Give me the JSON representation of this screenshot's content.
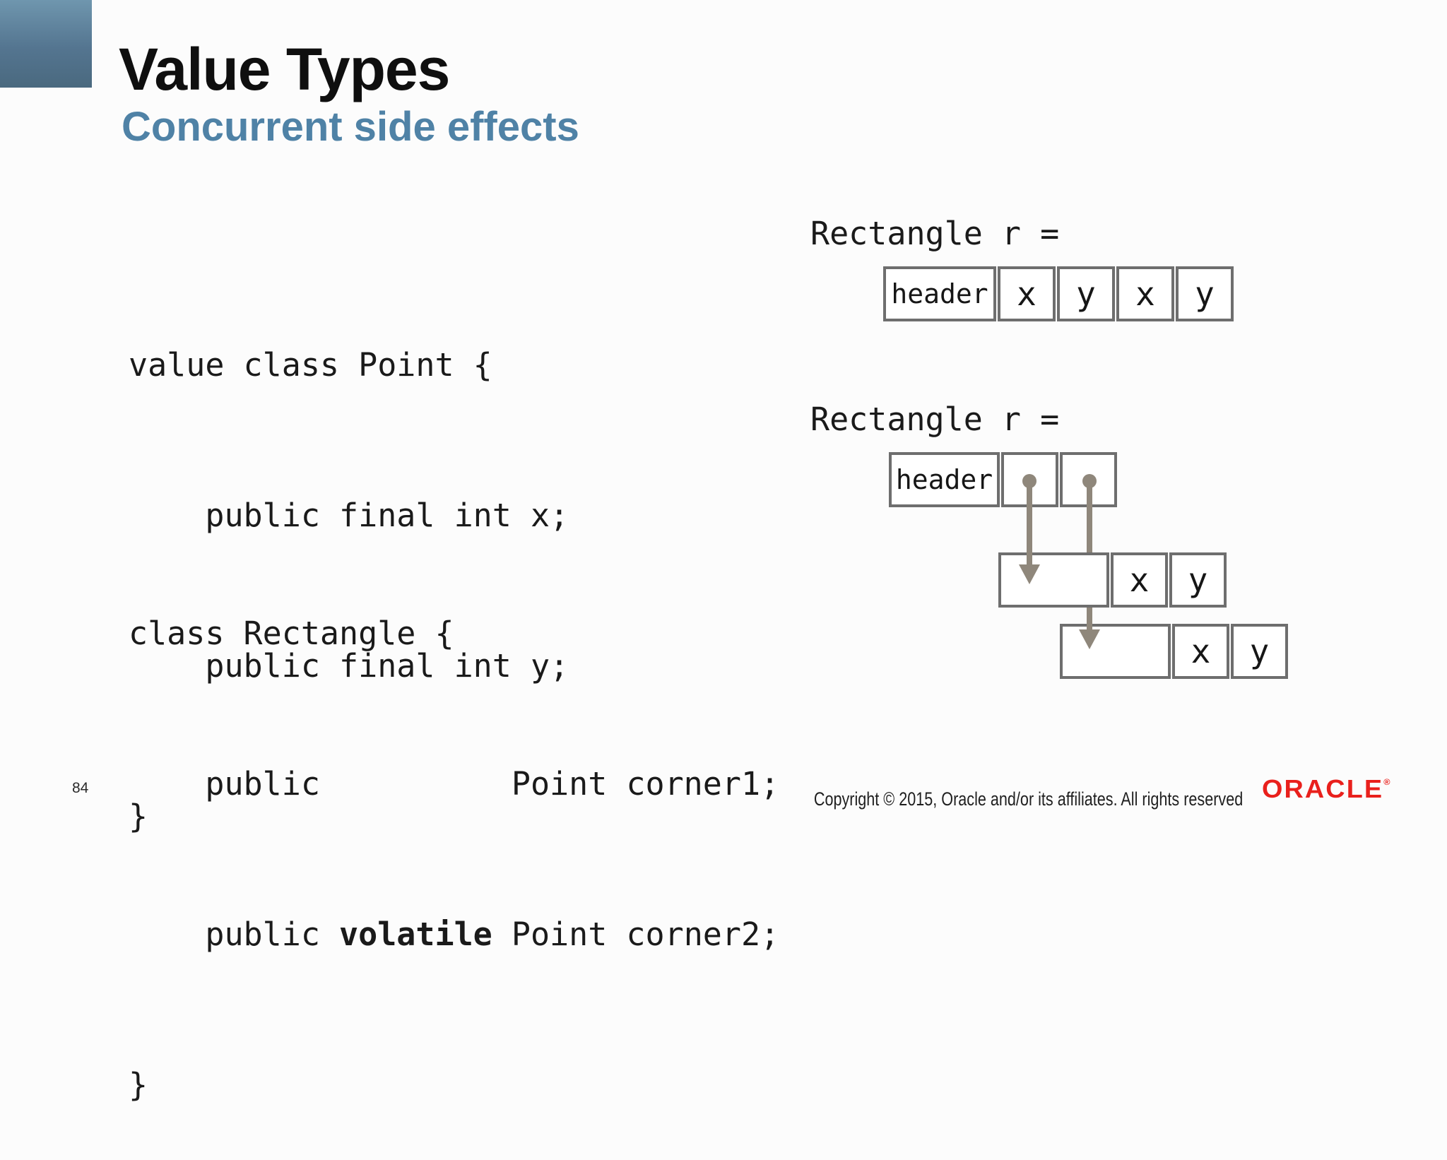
{
  "slide": {
    "title": "Value Types",
    "subtitle": "Concurrent side effects",
    "page_number": "84",
    "copyright": "Copyright © 2015, Oracle and/or its affiliates. All rights reserved",
    "logo": {
      "text": "ORACLE",
      "registered": "®"
    }
  },
  "code": {
    "point_class": [
      "value class Point {",
      "    public final int x;",
      "    public final int y;",
      "}"
    ],
    "rectangle_class": {
      "line1": "class Rectangle {",
      "line2": "    public          Point corner1;",
      "line3_pre": "    public ",
      "line3_bold": "volatile",
      "line3_post": " Point corner2;",
      "line4": "}"
    }
  },
  "diagram_flat": {
    "label": "Rectangle r =",
    "cells": [
      "header",
      "x",
      "y",
      "x",
      "y"
    ]
  },
  "diagram_ref": {
    "label": "Rectangle r =",
    "rect_row": [
      "header",
      "",
      ""
    ],
    "point1_row": [
      "",
      "x",
      "y"
    ],
    "point2_row": [
      "",
      "x",
      "y"
    ]
  },
  "colors": {
    "subtitle": "#4f82a6",
    "box-border": "#6e6e6e",
    "arrow": "#8f877b",
    "logo-red": "#e9201c",
    "corner-top": "#6f96ae",
    "corner-bottom": "#4a697f"
  }
}
